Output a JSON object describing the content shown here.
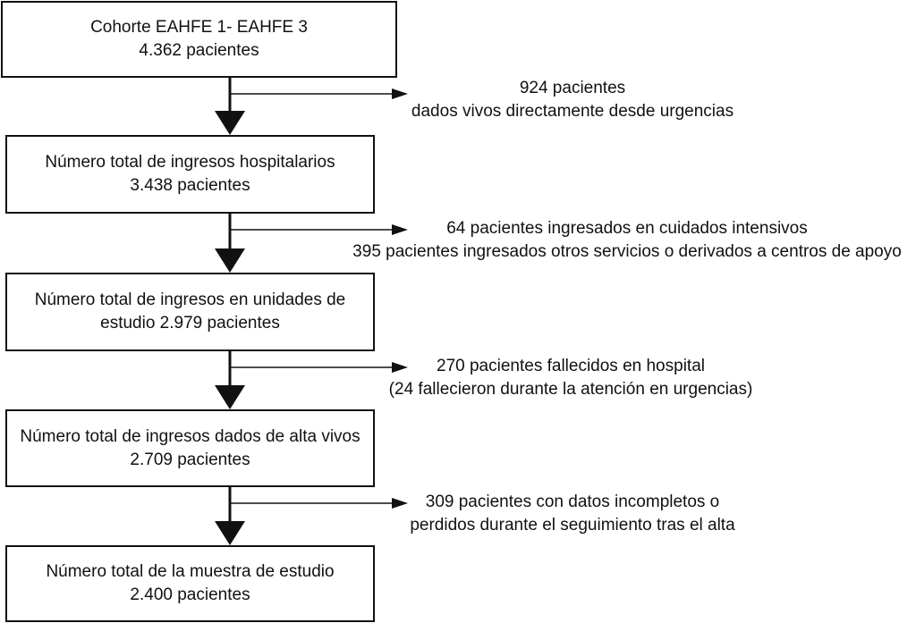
{
  "boxes": [
    {
      "line1": "Cohorte EAHFE 1- EAHFE 3",
      "line2": "4.362 pacientes"
    },
    {
      "line1": "Número total de  ingresos hospitalarios",
      "line2": "3.438 pacientes"
    },
    {
      "line1": "Número total de ingresos en unidades de",
      "line2": "estudio 2.979 pacientes"
    },
    {
      "line1": "Número total de ingresos dados de alta vivos",
      "line2": "2.709 pacientes"
    },
    {
      "line1": "Número total de la muestra de estudio",
      "line2": "2.400 pacientes"
    }
  ],
  "exclusions": [
    {
      "line1": "924 pacientes",
      "line2": "dados vivos directamente desde urgencias"
    },
    {
      "line1": "64 pacientes ingresados en cuidados intensivos",
      "line2": "395 pacientes ingresados otros servicios o derivados a centros de apoyo"
    },
    {
      "line1": "270 pacientes fallecidos en hospital",
      "line2": "(24 fallecieron durante la atención en urgencias)"
    },
    {
      "line1": "309 pacientes con datos incompletos o",
      "line2": "perdidos durante el seguimiento tras el alta"
    }
  ]
}
